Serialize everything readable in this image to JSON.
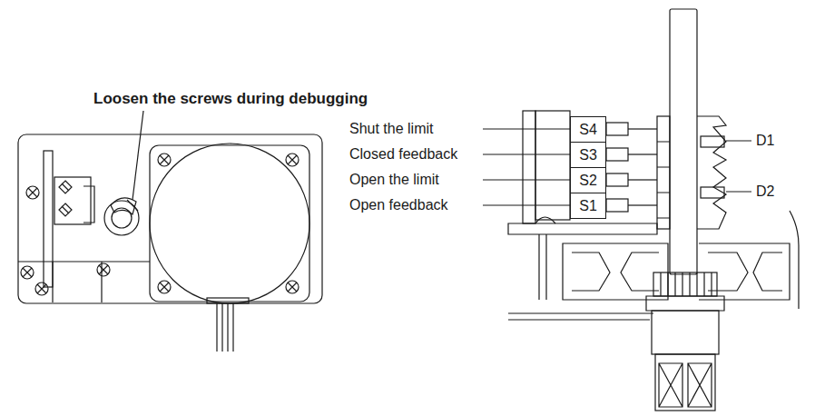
{
  "diagram": {
    "nodes": [
      {
        "text": [
          "S4"
        ]
      },
      {
        "text": [
          "S3"
        ]
      },
      {
        "text": [
          "S2"
        ]
      },
      {
        "text": [
          "S1"
        ]
      }
    ],
    "labels": [
      "Loosen the screws during debugging",
      "Shut the limit",
      "Closed feedback",
      "Open the limit",
      "Open feedback",
      "D1",
      "D2"
    ]
  }
}
